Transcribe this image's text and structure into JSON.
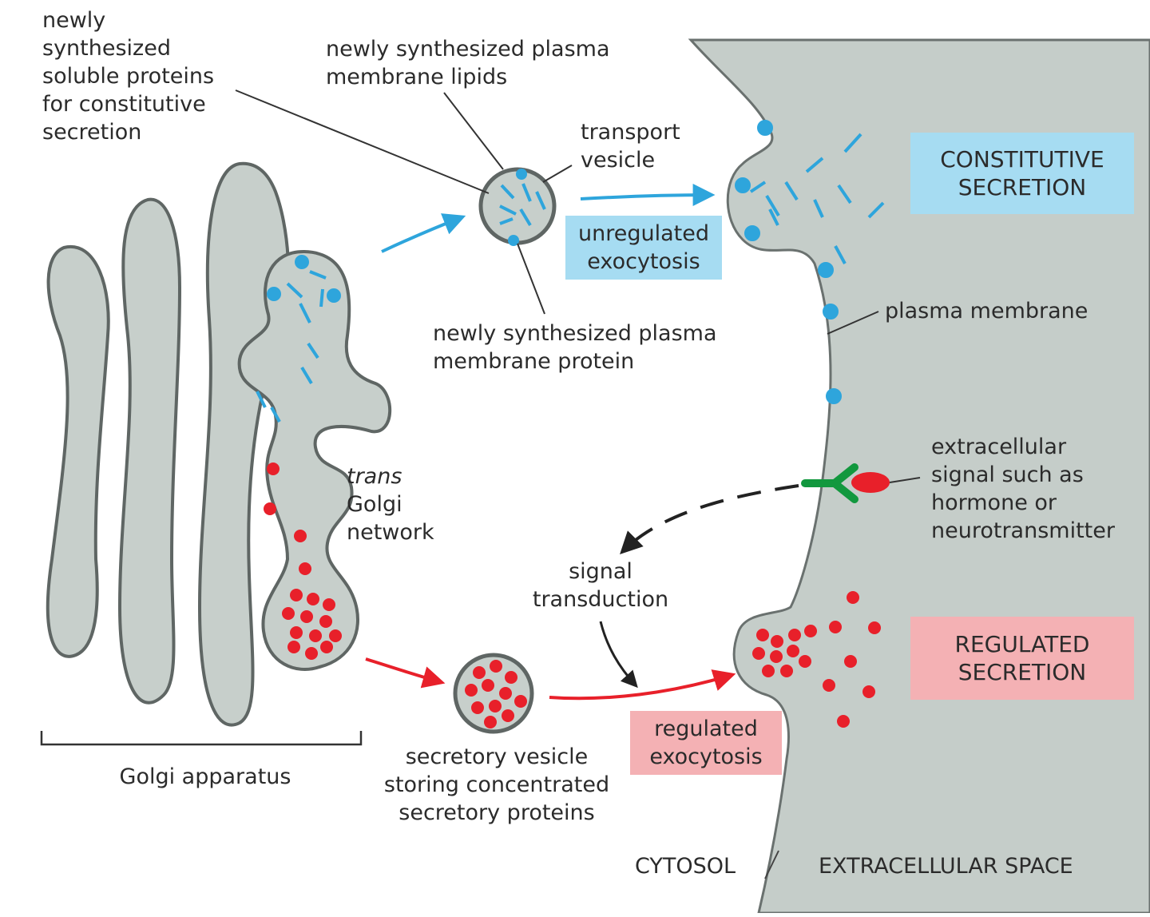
{
  "colors": {
    "cytoplasm_gray": "#c5cdc9",
    "golgi_fill": "#c7cfcb",
    "outline_gray": "#5f6664",
    "cargo_blue": "#2ea5dc",
    "cargo_red": "#e8202a",
    "receptor_green": "#12983e",
    "constitutive_bg": "#a6dcf2",
    "regulated_bg": "#f4b1b4"
  },
  "labels": {
    "soluble_proteins": "newly\nsynthesized\nsoluble proteins\nfor constitutive\nsecretion",
    "membrane_lipids": "newly synthesized plasma\nmembrane lipids",
    "transport_vesicle": "transport\nvesicle",
    "unregulated_exocytosis": "unregulated\nexocytosis",
    "membrane_protein": "newly synthesized plasma\nmembrane protein",
    "plasma_membrane": "plasma membrane",
    "constitutive_secretion": "CONSTITUTIVE\nSECRETION",
    "trans_italic": "trans",
    "trans_rest": "Golgi\nnetwork",
    "extracellular_signal": "extracellular\nsignal such as\nhormone or\nneurotransmitter",
    "signal_transduction": "signal\ntransduction",
    "regulated_secretion": "REGULATED\nSECRETION",
    "regulated_exocytosis": "regulated\nexocytosis",
    "golgi_apparatus": "Golgi apparatus",
    "secretory_vesicle": "secretory vesicle\nstoring concentrated\nsecretory proteins",
    "cytosol": "CYTOSOL",
    "extracellular_space": "EXTRACELLULAR SPACE"
  }
}
